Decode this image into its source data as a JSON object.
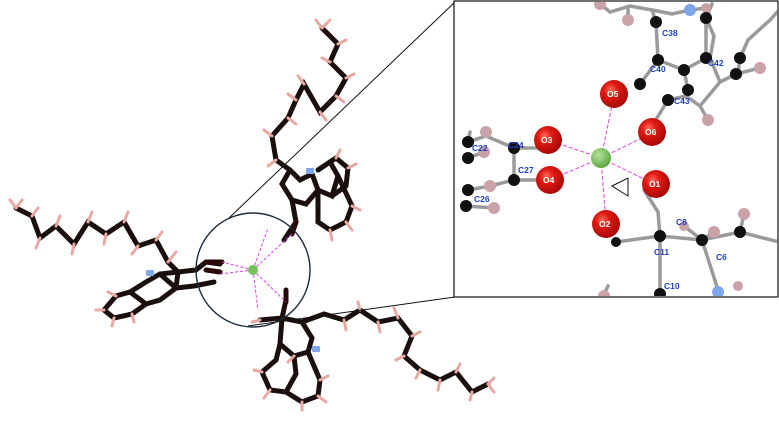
{
  "colors": {
    "bond_dark": "#1a0f0d",
    "bond_light": "#9a9a9a",
    "hydrogen": "#e9a9a3",
    "hydrogen_inset": "#c9a3a8",
    "nitrogen": "#7fa6e8",
    "oxygen": "#d21010",
    "metal": "#79bf5c",
    "coord_dash": "#dd3fe0",
    "label_blue": "#1f3fbf",
    "frame": "#111111",
    "circle": "#1d2c3c"
  },
  "inset": {
    "oxygen_labels": [
      "O1",
      "O2",
      "O3",
      "O4",
      "O5",
      "O6"
    ],
    "carbon_labels": [
      "C6",
      "C8",
      "C10",
      "C11",
      "C22",
      "C24",
      "C26",
      "C27",
      "C38",
      "C40",
      "C42",
      "C43"
    ]
  },
  "icons": {
    "arrow": "chiral-arrow-icon"
  }
}
